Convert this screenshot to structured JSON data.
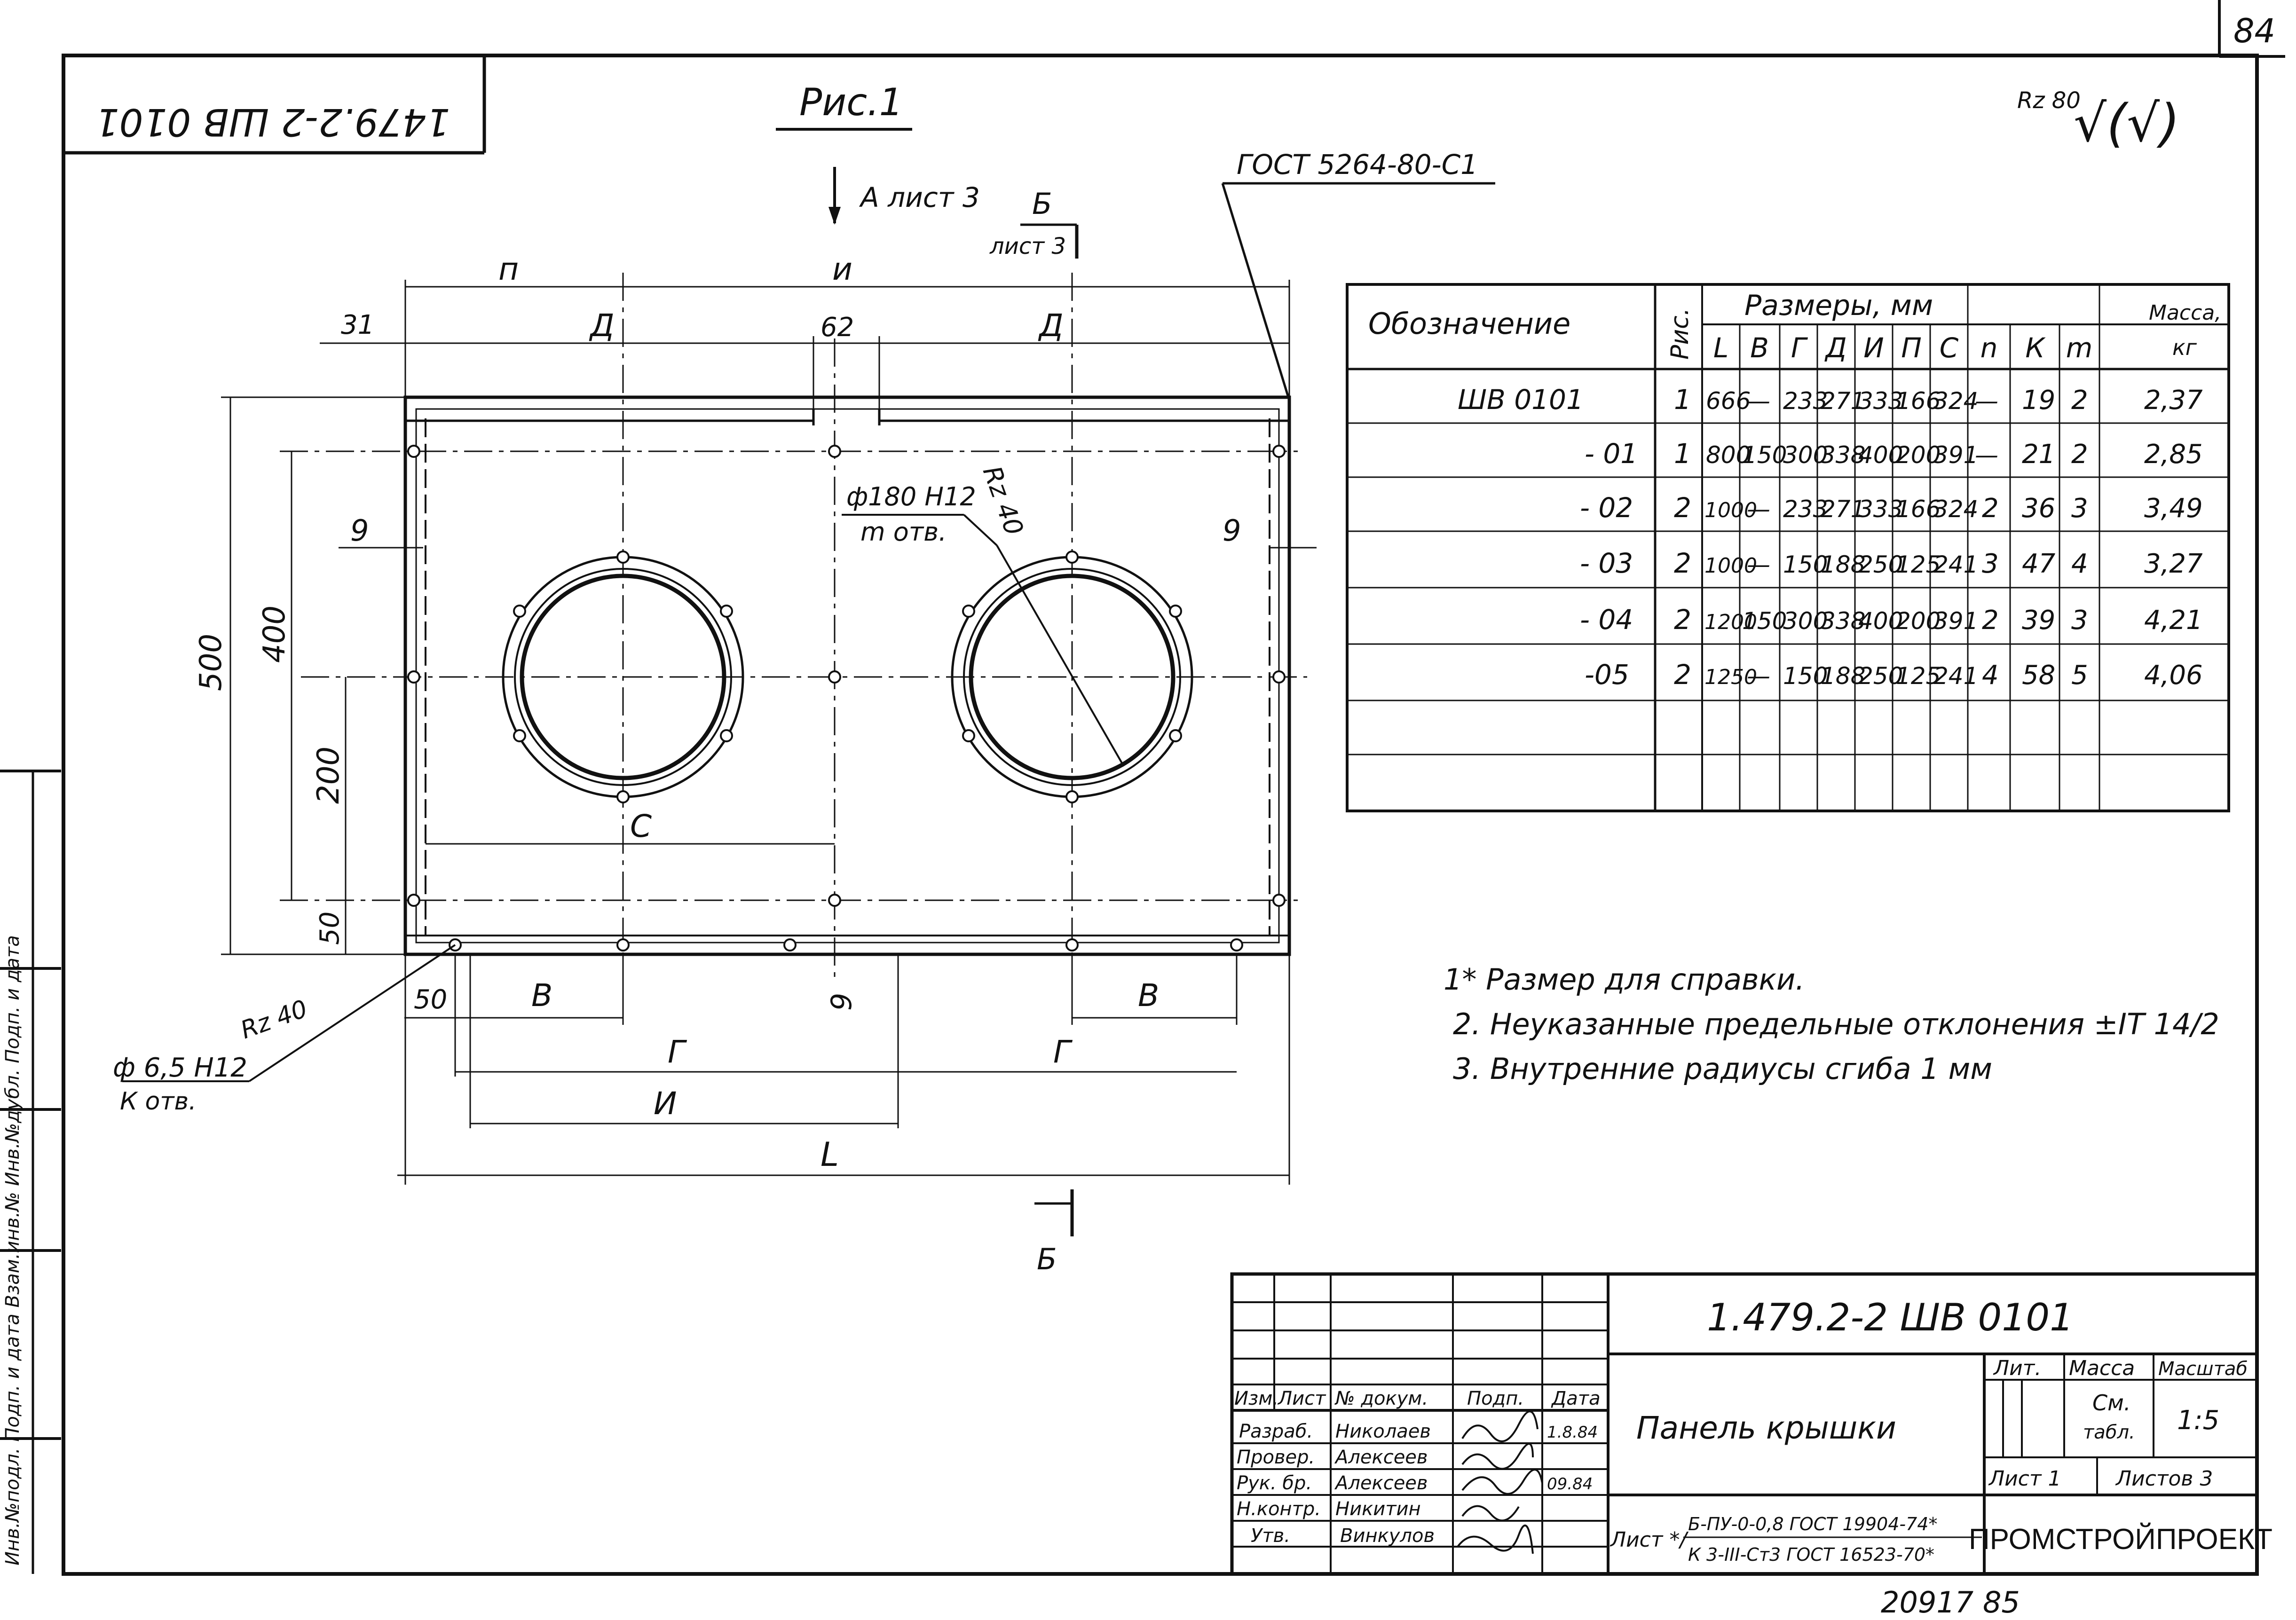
{
  "page_number": "84",
  "stamp_top_left": "1479.2-2 ШВ 0101",
  "figure_label": "Рис.1",
  "roughness_top_right": {
    "label": "Rz 80",
    "symbol": "√(√)"
  },
  "view_a": "А лист 3",
  "section_b": {
    "letter": "Б",
    "sheet": "лист 3"
  },
  "gost_top": "ГОСТ 5264-80-С1",
  "dims": {
    "p": "п",
    "i": "и",
    "d1": "Д",
    "d2": "Д",
    "v31": "31",
    "v62": "62",
    "v9a": "9",
    "v9b": "9",
    "v9c": "9",
    "v500": "500",
    "v400": "400",
    "v200": "200",
    "v50a": "50",
    "v50b": "50",
    "c": "С",
    "v1": "В",
    "v2": "В",
    "g1": "Г",
    "g2": "Г",
    "i2": "И",
    "L": "L"
  },
  "hole_callout": {
    "line1": "ф180 Н12",
    "line2": "m отв."
  },
  "rz40_big": "Rz 40",
  "rz40_small": "Rz 40",
  "small_hole": {
    "line1": "ф 6,5 Н12",
    "line2": "К отв."
  },
  "section_b_bottom": "Б",
  "table": {
    "h_designation": "Обозначение",
    "h_fig": "Рис.",
    "h_sizes": "Размеры, мм",
    "h_mass": "Масса,",
    "h_mass_unit": "кг",
    "sub": [
      "L",
      "В",
      "Г",
      "Д",
      "И",
      "П",
      "С",
      "n",
      "К",
      "m"
    ],
    "rows": [
      [
        "ШВ 0101",
        "1",
        "666",
        "—",
        "233",
        "271",
        "333",
        "166",
        "324",
        "—",
        "19",
        "2",
        "2,37"
      ],
      [
        "- 01",
        "1",
        "800",
        "150",
        "300",
        "338",
        "400",
        "200",
        "391",
        "—",
        "21",
        "2",
        "2,85"
      ],
      [
        "- 02",
        "2",
        "1000",
        "—",
        "233",
        "271",
        "333",
        "166",
        "324",
        "2",
        "36",
        "3",
        "3,49"
      ],
      [
        "- 03",
        "2",
        "1000",
        "—",
        "150",
        "188",
        "250",
        "125",
        "241",
        "3",
        "47",
        "4",
        "3,27"
      ],
      [
        "- 04",
        "2",
        "1200",
        "150",
        "300",
        "338",
        "400",
        "200",
        "391",
        "2",
        "39",
        "3",
        "4,21"
      ],
      [
        "-05",
        "2",
        "1250",
        "—",
        "150",
        "188",
        "250",
        "125",
        "241",
        "4",
        "58",
        "5",
        "4,06"
      ]
    ]
  },
  "notes": [
    "1* Размер для справки.",
    "2. Неуказанные предельные отклонения ±IT 14/2",
    "3. Внутренние радиусы сгиба 1 мм"
  ],
  "side_strip": "Инв.№подл. Подп. и дата Взам.инв.№ Инв.№дубл. Подп. и дата",
  "title_block": {
    "doc_number": "1.479.2-2 ШВ 0101",
    "product": "Панель крышки",
    "col_headers": [
      "Изм.",
      "Лист",
      "№ докум.",
      "Подп.",
      "Дата"
    ],
    "roles": [
      {
        "role": "Разраб.",
        "name": "Николаев",
        "date": "1.8.84"
      },
      {
        "role": "Провер.",
        "name": "Алексеев",
        "date": ""
      },
      {
        "role": "Рук. бр.",
        "name": "Алексеев",
        "date": "09.84"
      },
      {
        "role": "Н.контр.",
        "name": "Никитин",
        "date": ""
      },
      {
        "role": "Утв.",
        "name": "Винкулов",
        "date": ""
      }
    ],
    "lit": "Лит.",
    "mass": "Масса",
    "scale": "Масштаб",
    "mass_value_1": "См.",
    "mass_value_2": "табл.",
    "scale_value": "1:5",
    "sheet": "Лист 1",
    "sheets": "Листов 3",
    "material_prefix": "Лист */",
    "material_top": "Б-ПУ-0-0,8 ГОСТ 19904-74*",
    "material_bottom": "К 3-III-Ст3 ГОСТ 16523-70*",
    "org": "ПРОМСТРОЙПРОЕКТ"
  },
  "bottom_code": "20917 85"
}
